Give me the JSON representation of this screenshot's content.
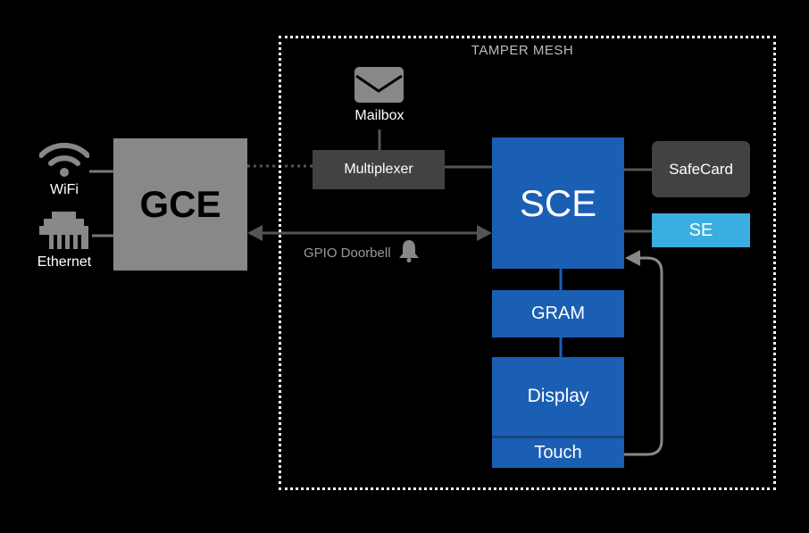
{
  "mesh": {
    "label": "TAMPER MESH"
  },
  "nodes": {
    "gce": "GCE",
    "sce": "SCE",
    "multiplexer": "Multiplexer",
    "safecard": "SafeCard",
    "se": "SE",
    "gram": "GRAM",
    "display": "Display",
    "touch": "Touch"
  },
  "icons": {
    "wifi": {
      "icon": "wifi-icon",
      "label": "WiFi"
    },
    "ethernet": {
      "icon": "ethernet-port-icon",
      "label": "Ethernet"
    },
    "mailbox": {
      "icon": "envelope-icon",
      "label": "Mailbox"
    }
  },
  "links": {
    "gpio": {
      "label": "GPIO Doorbell",
      "icon": "bell-icon"
    }
  },
  "colors": {
    "blue": "#1a5fb4",
    "light_blue": "#3aaee0",
    "gray": "#888888",
    "dark_gray": "#424242"
  }
}
